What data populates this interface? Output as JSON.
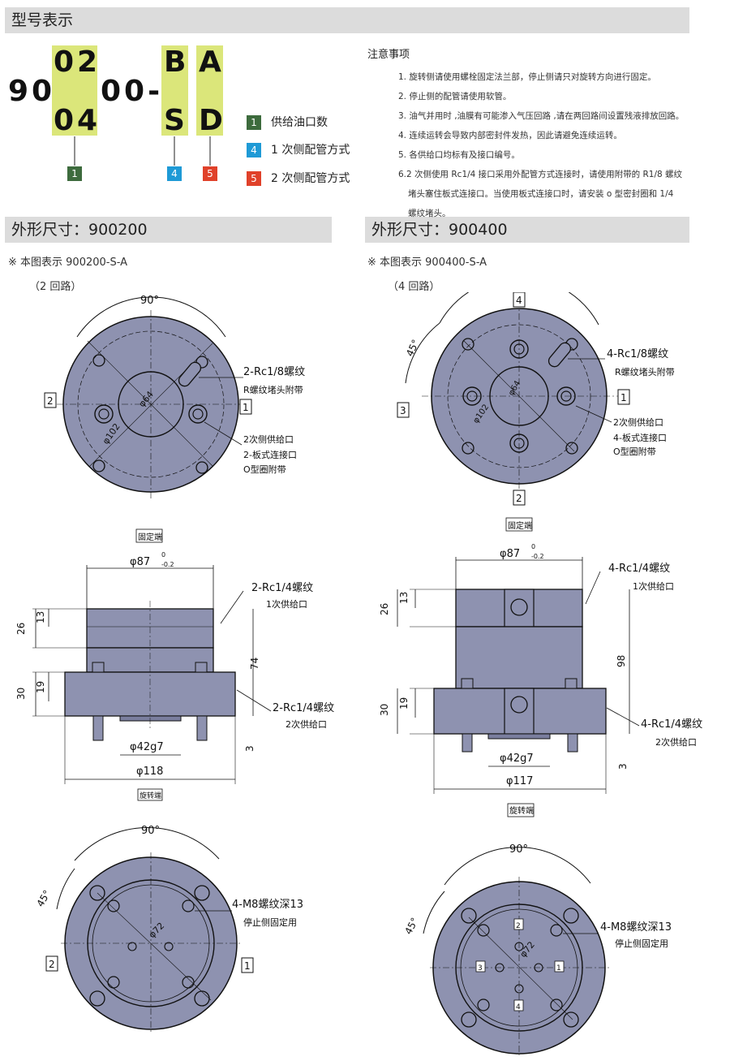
{
  "section_model": {
    "title": "型号表示"
  },
  "model_code": {
    "prefix": "90",
    "top_digits": "02",
    "bottom_digits": "04",
    "mid": "00-",
    "top_letter_1": "B",
    "bottom_letter_1": "S",
    "top_letter_2": "A",
    "bottom_letter_2": "D"
  },
  "legend": [
    {
      "num": "1",
      "label": "供给油口数",
      "color": "#3d6b3d"
    },
    {
      "num": "4",
      "label": "1 次侧配管方式",
      "color": "#1e9ad6"
    },
    {
      "num": "5",
      "label": "2 次侧配管方式",
      "color": "#e0412a"
    }
  ],
  "notes": {
    "title": "注意事项",
    "items": [
      "1. 旋转侧请使用螺栓固定法兰部，停止侧请只对旋转方向进行固定。",
      "2. 停止侧的配管请使用软管。",
      "3. 油气并用时 ,油膜有可能渗入气压回路 ,请在两回路间设置残液排放回路。",
      "4. 连续运转会导致内部密封件发热，因此请避免连续运转。",
      "5. 各供给口均标有及接口编号。",
      "6.2 次侧使用 Rc1/4 接口采用外配管方式连接时，请使用附带的 R1/8 螺纹",
      "堵头塞住板式连接口。当使用板式连接口时，请安装 o 型密封圈和 1/4",
      "螺纹堵头。"
    ]
  },
  "dim_left": {
    "title": "外形尺寸：900200",
    "note": "※ 本图表示 900200-S-A",
    "circuits": "（2 回路）",
    "angle": "90°",
    "angle2": "45°",
    "port_r18": "2-Rc1/8螺纹",
    "port_r18_sub": "R螺纹堵头附带",
    "sec_port": "2次侧供给口",
    "plate": "2-板式连接口",
    "oring": "O型圈附带",
    "d64": "φ64",
    "d102": "φ102",
    "fixed_end": "固定端",
    "od87": "φ87",
    "tol_up": "0",
    "tol_dn": "-0.2",
    "rc14_top": "2-Rc1/4螺纹",
    "prim_port": "1次供给口",
    "h26": "26",
    "h13": "13",
    "h74": "74",
    "h30": "30",
    "h19": "19",
    "rc14_bot": "2-Rc1/4螺纹",
    "sec_port2": "2次供给口",
    "d42": "φ42g7",
    "h3": "3",
    "d118": "φ118",
    "rot_end": "旋转端",
    "m8": "4-M8螺纹深13",
    "m8_sub": "停止侧固定用",
    "d72": "φ72",
    "lbl1": "1",
    "lbl2": "2"
  },
  "dim_right": {
    "title": "外形尺寸：900400",
    "note": "※ 本图表示 900400-S-A",
    "circuits": "（4 回路）",
    "angle": "90°",
    "angle2": "45°",
    "port_r18": "4-Rc1/8螺纹",
    "port_r18_sub": "R螺纹堵头附带",
    "sec_port": "2次侧供给口",
    "plate": "4-板式连接口",
    "oring": "O型圈附带",
    "d64": "φ64",
    "d102": "φ102",
    "fixed_end": "固定端",
    "od87": "φ87",
    "tol_up": "0",
    "tol_dn": "-0.2",
    "rc14_top": "4-Rc1/4螺纹",
    "prim_port": "1次供给口",
    "h26": "26",
    "h13": "13",
    "h98": "98",
    "h30": "30",
    "h19": "19",
    "rc14_bot": "4-Rc1/4螺纹",
    "sec_port2": "2次供给口",
    "d42": "φ42g7",
    "h3": "3",
    "d117": "φ117",
    "rot_end": "旋转端",
    "m8": "4-M8螺纹深13",
    "m8_sub": "停止侧固定用",
    "d72": "φ72",
    "lbl1": "1",
    "lbl2": "2",
    "lbl3": "3",
    "lbl4": "4"
  },
  "colors": {
    "body": "#8e92b0",
    "body_dark": "#7a7e9e",
    "line": "#111111",
    "highlight": "#dbe67a"
  }
}
